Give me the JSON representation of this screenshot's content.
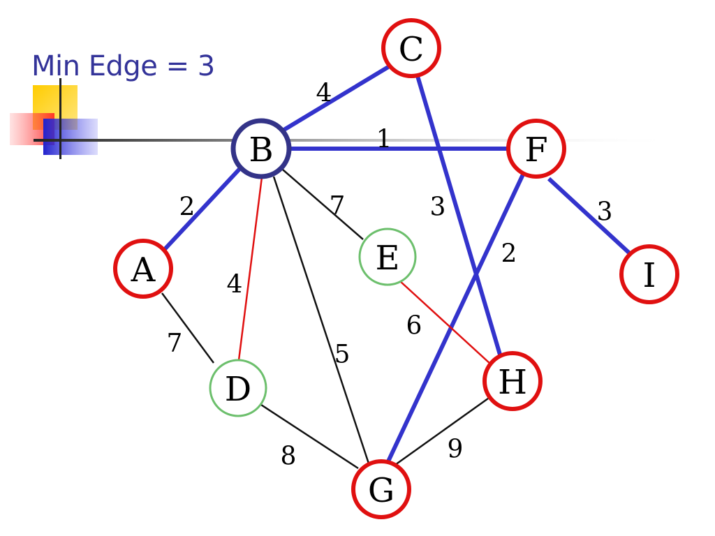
{
  "title": "Min Edge = 3",
  "colors": {
    "title": "#333399",
    "mst_edge": "#3333cc",
    "candidate_edge": "#e01010",
    "plain_edge": "#111111",
    "node_tree": "#e01010",
    "node_current": "#333388",
    "node_unvisited": "#6cbf6c"
  },
  "nodes": [
    {
      "id": "A",
      "label": "A",
      "state": "tree"
    },
    {
      "id": "B",
      "label": "B",
      "state": "current"
    },
    {
      "id": "C",
      "label": "C",
      "state": "tree"
    },
    {
      "id": "D",
      "label": "D",
      "state": "unvisited"
    },
    {
      "id": "E",
      "label": "E",
      "state": "unvisited"
    },
    {
      "id": "F",
      "label": "F",
      "state": "tree"
    },
    {
      "id": "G",
      "label": "G",
      "state": "tree"
    },
    {
      "id": "H",
      "label": "H",
      "state": "tree"
    },
    {
      "id": "I",
      "label": "I",
      "state": "tree"
    }
  ],
  "edges": [
    {
      "id": "B-C",
      "from": "B",
      "to": "C",
      "weight": "4",
      "kind": "mst"
    },
    {
      "id": "B-F",
      "from": "B",
      "to": "F",
      "weight": "1",
      "kind": "mst"
    },
    {
      "id": "A-B",
      "from": "A",
      "to": "B",
      "weight": "2",
      "kind": "mst"
    },
    {
      "id": "B-E",
      "from": "B",
      "to": "E",
      "weight": "7",
      "kind": "plain"
    },
    {
      "id": "B-D",
      "from": "B",
      "to": "D",
      "weight": "4",
      "kind": "candidate"
    },
    {
      "id": "B-G",
      "from": "B",
      "to": "G",
      "weight": "5",
      "kind": "plain"
    },
    {
      "id": "C-H",
      "from": "C",
      "to": "H",
      "weight": "3",
      "kind": "mst"
    },
    {
      "id": "F-G",
      "from": "F",
      "to": "G",
      "weight": "2",
      "kind": "mst"
    },
    {
      "id": "F-I",
      "from": "F",
      "to": "I",
      "weight": "3",
      "kind": "mst"
    },
    {
      "id": "A-D",
      "from": "A",
      "to": "D",
      "weight": "7",
      "kind": "plain"
    },
    {
      "id": "E-H",
      "from": "E",
      "to": "H",
      "weight": "6",
      "kind": "candidate"
    },
    {
      "id": "D-G",
      "from": "D",
      "to": "G",
      "weight": "8",
      "kind": "plain"
    },
    {
      "id": "G-H",
      "from": "G",
      "to": "H",
      "weight": "9",
      "kind": "plain"
    }
  ]
}
